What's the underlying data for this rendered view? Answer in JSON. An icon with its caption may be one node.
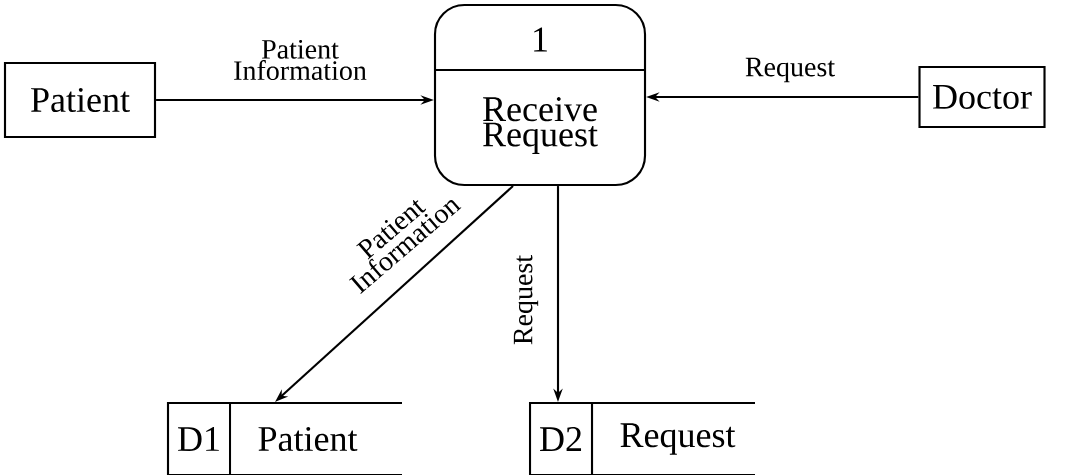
{
  "diagram": {
    "nodes": [
      {
        "text": [
          "Patient"
        ]
      },
      {
        "text": [
          "1",
          "Receive Request"
        ]
      },
      {
        "text": [
          "Doctor"
        ]
      },
      {
        "text": [
          "D1",
          "Patient"
        ]
      },
      {
        "text": [
          "D2",
          "Request"
        ]
      }
    ],
    "edges": [
      {
        "from": 0,
        "to": 1,
        "arrow": "to",
        "label": "Patient Information"
      },
      {
        "from": 2,
        "to": 1,
        "arrow": "to",
        "label": "Request"
      },
      {
        "from": 1,
        "to": 3,
        "arrow": "to",
        "label": "Patient Information"
      },
      {
        "from": 1,
        "to": 4,
        "arrow": "to",
        "label": "Request"
      }
    ]
  }
}
